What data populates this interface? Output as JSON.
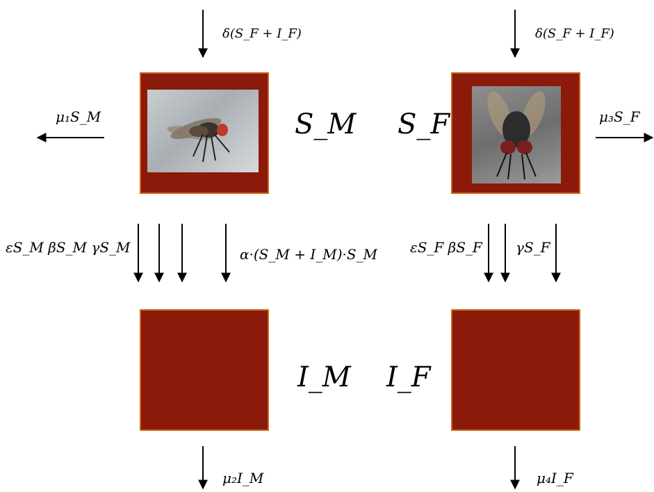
{
  "labels": {
    "S_M": "S_M",
    "S_F": "S_F",
    "I_M": "I_M",
    "I_F": "I_F",
    "inflow_male": "δ(S_F + I_F)",
    "inflow_female": "δ(S_F + I_F)",
    "death_SM": "μ₁S_M",
    "death_SF": "μ₃S_F",
    "death_IM": "μ₂I_M",
    "death_IF": "μ₄I_F",
    "male_rates": "εS_M  βS_M  γS_M",
    "male_alpha": "α·(S_M + I_M)·S_M",
    "female_rates": "εS_F  βS_F",
    "female_gamma": "γS_F"
  },
  "colors": {
    "box_fill": "#8b1a0a",
    "box_border": "#c8661e",
    "arrow": "#000000"
  }
}
